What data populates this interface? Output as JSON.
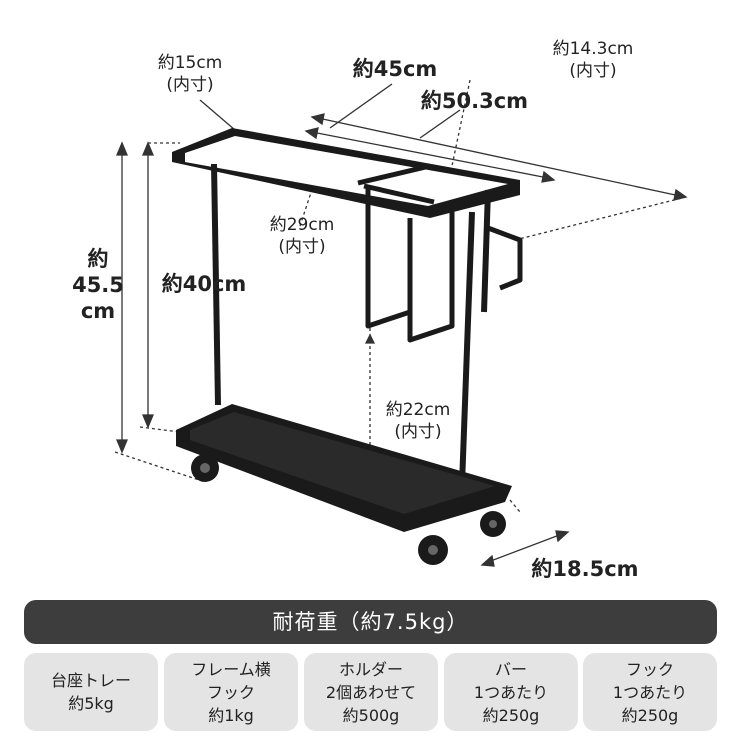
{
  "dimensions": {
    "inner_width_top": {
      "line1": "約15cm",
      "line2": "(内寸)"
    },
    "width_top": "約45cm",
    "inner_width_right": {
      "line1": "約14.3cm",
      "line2": "(内寸)"
    },
    "length_outer": "約50.3cm",
    "inner_length": {
      "line1": "約29cm",
      "line2": "(内寸)"
    },
    "total_height": {
      "line1": "約",
      "line2": "45.5",
      "line3": "cm"
    },
    "height_frame": "約40cm",
    "inner_height": {
      "line1": "約22cm",
      "line2": "(内寸)"
    },
    "depth": "約18.5cm"
  },
  "load": {
    "title": "耐荷重（約7.5kg）",
    "items": [
      {
        "line1": "台座トレー",
        "line2": "約5kg"
      },
      {
        "line1": "フレーム横",
        "line2": "フック",
        "line3": "約1kg"
      },
      {
        "line1": "ホルダー",
        "line2": "2個あわせて",
        "line3": "約500g"
      },
      {
        "line1": "バー",
        "line2": "1つあたり",
        "line3": "約250g"
      },
      {
        "line1": "フック",
        "line2": "1つあたり",
        "line3": "約250g"
      }
    ]
  },
  "colors": {
    "product": "#1a1a1a",
    "banner": "#3d3d3d",
    "card": "#e4e4e4"
  }
}
